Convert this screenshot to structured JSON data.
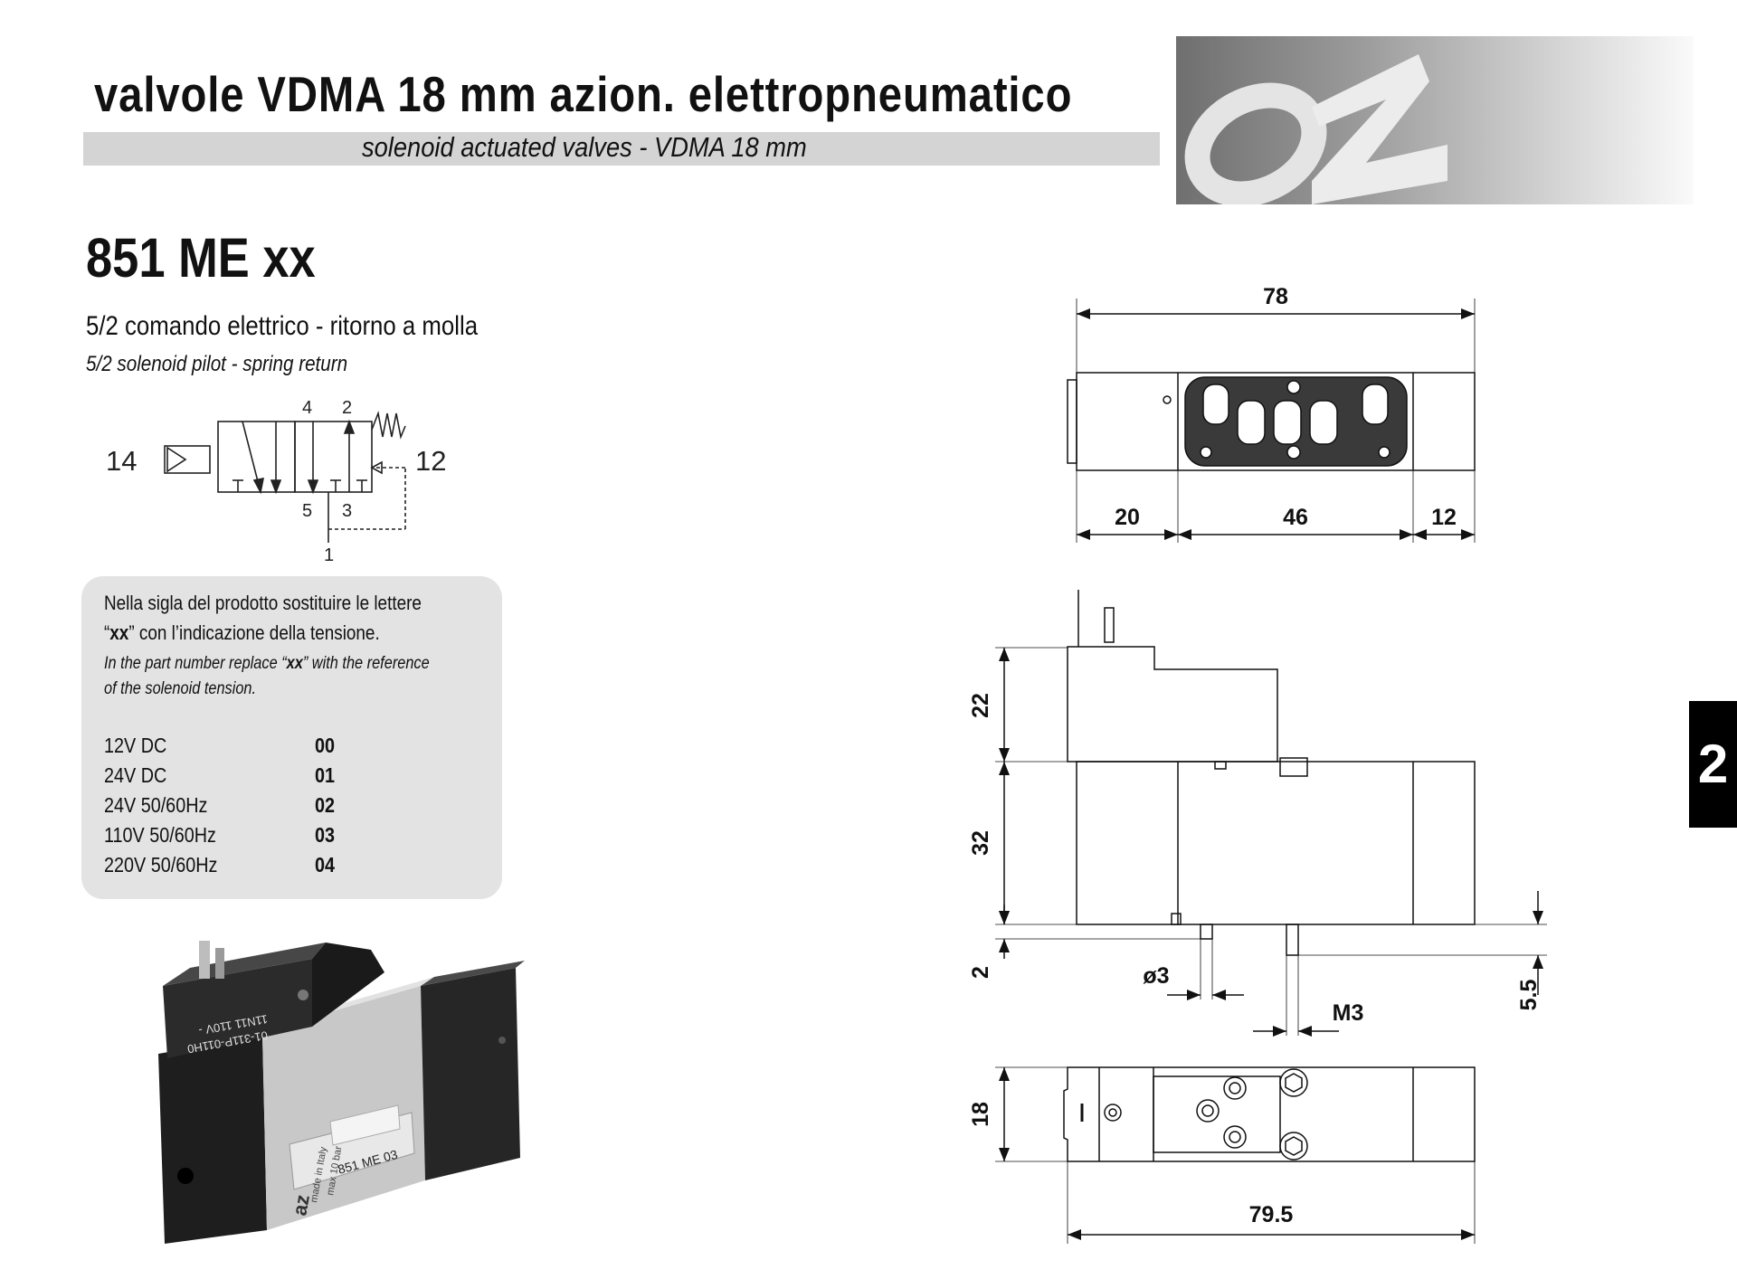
{
  "header": {
    "title_it": "valvole VDMA 18 mm azion. elettropneumatico",
    "title_en": "solenoid actuated valves - VDMA 18 mm",
    "logo": "az"
  },
  "product": {
    "code": "851 ME xx",
    "desc_it": "5/2 comando elettrico - ritorno a molla",
    "desc_en": "5/2 solenoid pilot - spring return"
  },
  "symbol": {
    "ports": [
      "14",
      "4",
      "2",
      "12",
      "5",
      "3",
      "1"
    ]
  },
  "note": {
    "it_line1": "Nella sigla del prodotto sostituire le lettere",
    "it_line2_quote_open": "“",
    "it_line2_code": "xx",
    "it_line2_rest": "” con l’indicazione della tensione.",
    "en_line1_pre": "In the part number replace “",
    "en_line1_code": "xx",
    "en_line1_post": "” with the reference",
    "en_line2": "of the solenoid tension.",
    "voltages": [
      {
        "label": "12V DC",
        "code": "00"
      },
      {
        "label": "24V DC",
        "code": "01"
      },
      {
        "label": "24V 50/60Hz",
        "code": "02"
      },
      {
        "label": "110V 50/60Hz",
        "code": "03"
      },
      {
        "label": "220V 50/60Hz",
        "code": "04"
      }
    ]
  },
  "photo": {
    "coil_text1": "01-311P-011H0",
    "coil_text2": "11N11 110V -",
    "side_text": "made in Italy",
    "max_text": "max 10 bar",
    "label_code": "851 ME 03",
    "logo": "az"
  },
  "dimensions": {
    "top_view": {
      "overall": "78",
      "left": "20",
      "middle": "46",
      "right": "12"
    },
    "side_view": {
      "coil_height": "22",
      "body_height": "32",
      "pin_length": "2",
      "pin_diameter": "ø3",
      "thread": "M3",
      "depth": "5.5"
    },
    "bottom_view": {
      "width": "18",
      "length": "79.5"
    }
  },
  "section_tab": "2",
  "colors": {
    "subtitle_bar": "#d4d4d4",
    "note_box": "#e3e3e3",
    "tab": "#000000"
  }
}
